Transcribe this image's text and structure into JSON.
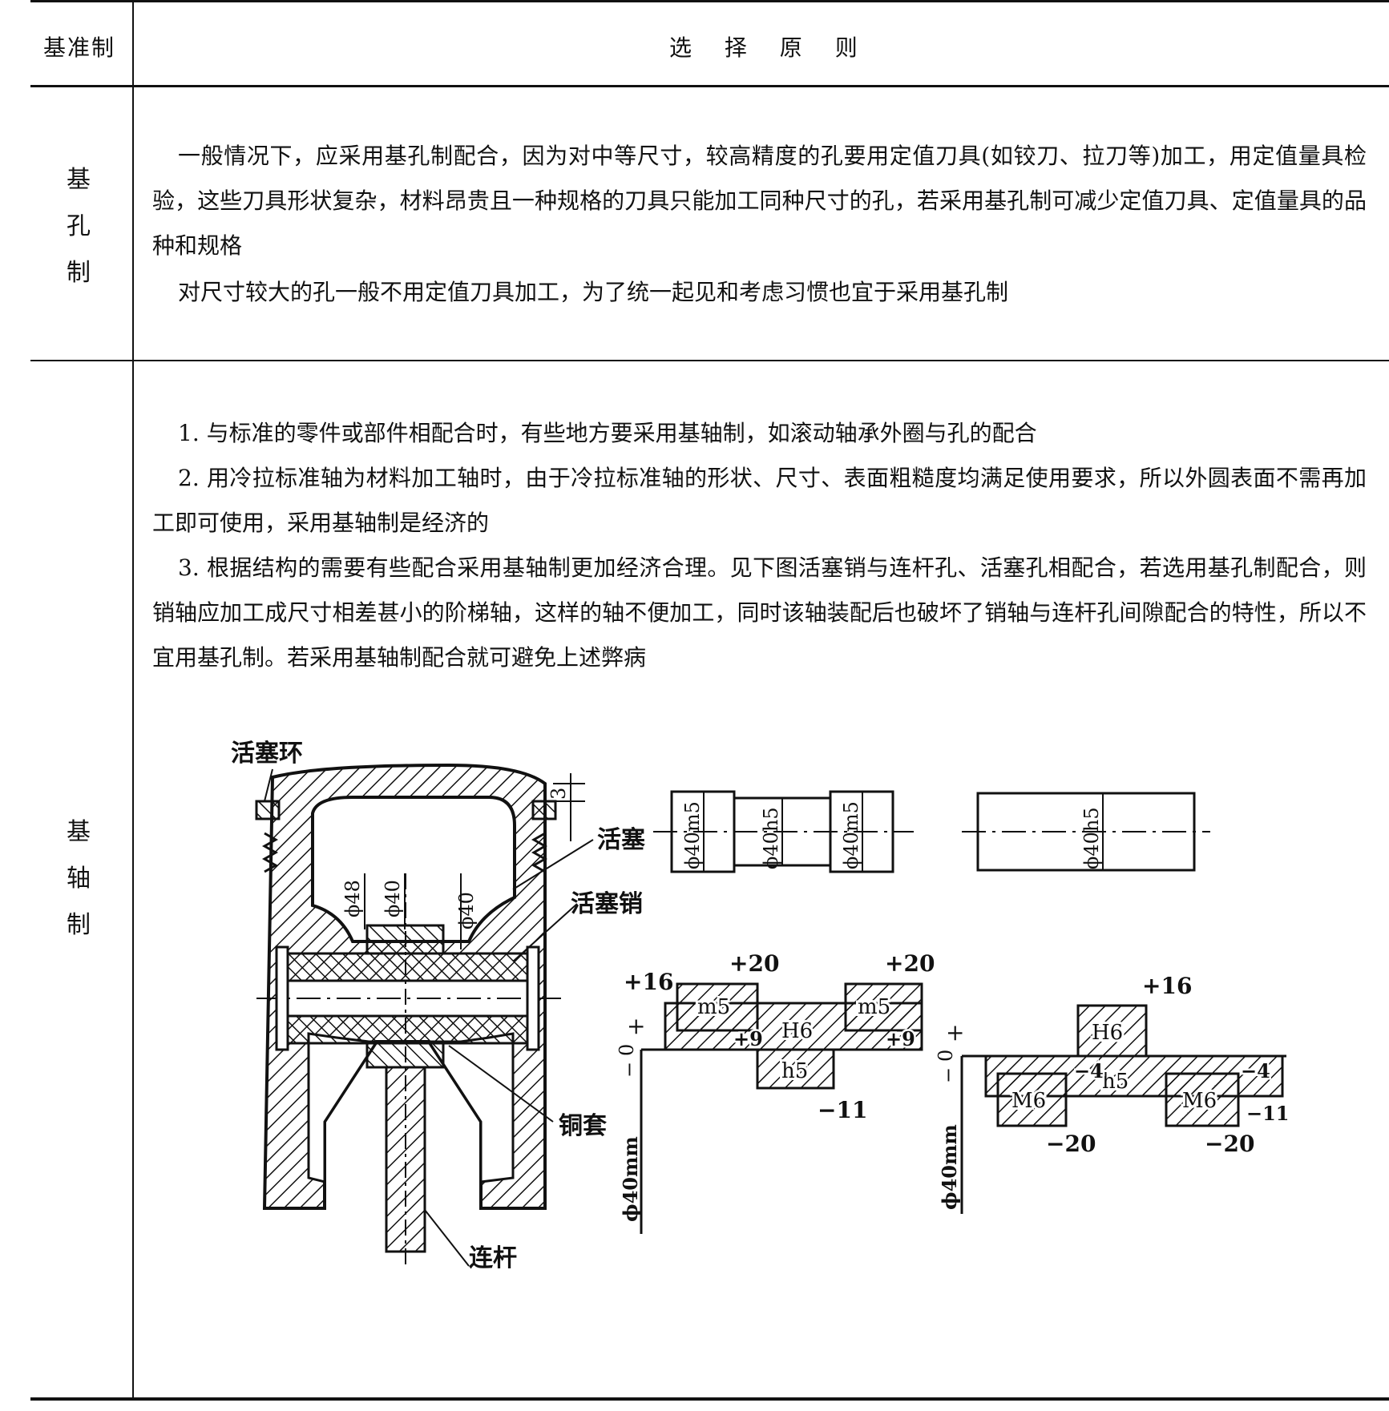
{
  "table": {
    "header": {
      "col1": "基准制",
      "col2": "选 择 原 则"
    },
    "rows": [
      {
        "label": [
          "基",
          "孔",
          "制"
        ],
        "paragraphs": [
          "一般情况下，应采用基孔制配合，因为对中等尺寸，较高精度的孔要用定值刀具(如铰刀、拉刀等)加工，用定值量具检验，这些刀具形状复杂，材料昂贵且一种规格的刀具只能加工同种尺寸的孔，若采用基孔制可减少定值刀具、定值量具的品种和规格",
          "对尺寸较大的孔一般不用定值刀具加工，为了统一起见和考虑习惯也宜于采用基孔制"
        ]
      },
      {
        "label": [
          "基",
          "轴",
          "制"
        ],
        "paragraphs": [
          "1. 与标准的零件或部件相配合时，有些地方要采用基轴制，如滚动轴承外圈与孔的配合",
          "2. 用冷拉标准轴为材料加工轴时，由于冷拉标准轴的形状、尺寸、表面粗糙度均满足使用要求，所以外圆表面不需再加工即可使用，采用基轴制是经济的",
          "3. 根据结构的需要有些配合采用基轴制更加经济合理。见下图活塞销与连杆孔、活塞孔相配合，若选用基孔制配合，则销轴应加工成尺寸相差甚小的阶梯轴，这样的轴不便加工，同时该轴装配后也破坏了销轴与连杆孔间隙配合的特性，所以不宜用基孔制。若采用基轴制配合就可避免上述弊病"
        ]
      }
    ]
  },
  "figure": {
    "piston_labels": {
      "ring": "活塞环",
      "piston": "活塞",
      "pin": "活塞销",
      "bushing": "铜套",
      "rod": "连杆",
      "dim_3": "3",
      "dim_48": "ϕ48",
      "dim_40a": "ϕ40",
      "dim_40b": "ϕ40"
    },
    "stepped_shaft": {
      "left": "ϕ40m5",
      "mid": "ϕ40h5",
      "right": "ϕ40m5"
    },
    "plain_shaft": {
      "label": "ϕ40h5"
    },
    "hole_basis_diagram": {
      "plus": "+",
      "zero": "0",
      "minus": "−",
      "axis_label": "ϕ40mm",
      "m5_left": "m5",
      "m5_right": "m5",
      "hole": "H6",
      "shaft": "h5",
      "v_plus16": "+16",
      "v_plus20a": "+20",
      "v_plus20b": "+20",
      "v_plus9a": "+9",
      "v_plus9b": "+9",
      "v_minus11": "−11"
    },
    "shaft_basis_diagram": {
      "plus": "+",
      "zero": "0",
      "minus": "−",
      "axis_label": "ϕ40mm",
      "hole": "H6",
      "shaft": "h5",
      "m6_left": "M6",
      "m6_right": "M6",
      "v_plus16": "+16",
      "v_minus4a": "−4",
      "v_minus4b": "−4",
      "v_minus11": "−11",
      "v_minus20a": "−20",
      "v_minus20b": "−20"
    }
  }
}
